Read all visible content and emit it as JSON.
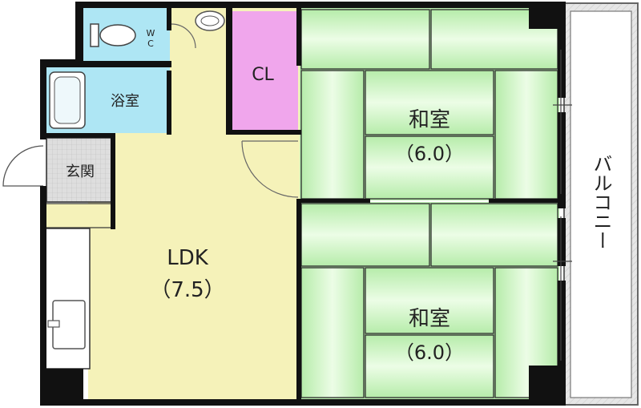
{
  "rooms": {
    "wc": {
      "label_top": "W",
      "label_bottom": "C"
    },
    "bath": {
      "label": "浴室"
    },
    "entrance": {
      "label": "玄関"
    },
    "closet": {
      "label": "CL"
    },
    "ldk": {
      "name": "LDK",
      "size": "（7.5）"
    },
    "washitsu_top": {
      "name": "和室",
      "size": "（6.0）"
    },
    "washitsu_bottom": {
      "name": "和室",
      "size": "（6.0）"
    },
    "balcony": {
      "label": "バルコニー"
    }
  },
  "colors": {
    "wet_area": "#aee6f4",
    "ldk": "#f6f3b8",
    "closet": "#f0a6ec",
    "tatami": "#bff2b4",
    "tatami_light": "#e0fada",
    "entrance": "#dcdcdc",
    "balcony": "#e3e3e3",
    "wall": "#111111"
  }
}
